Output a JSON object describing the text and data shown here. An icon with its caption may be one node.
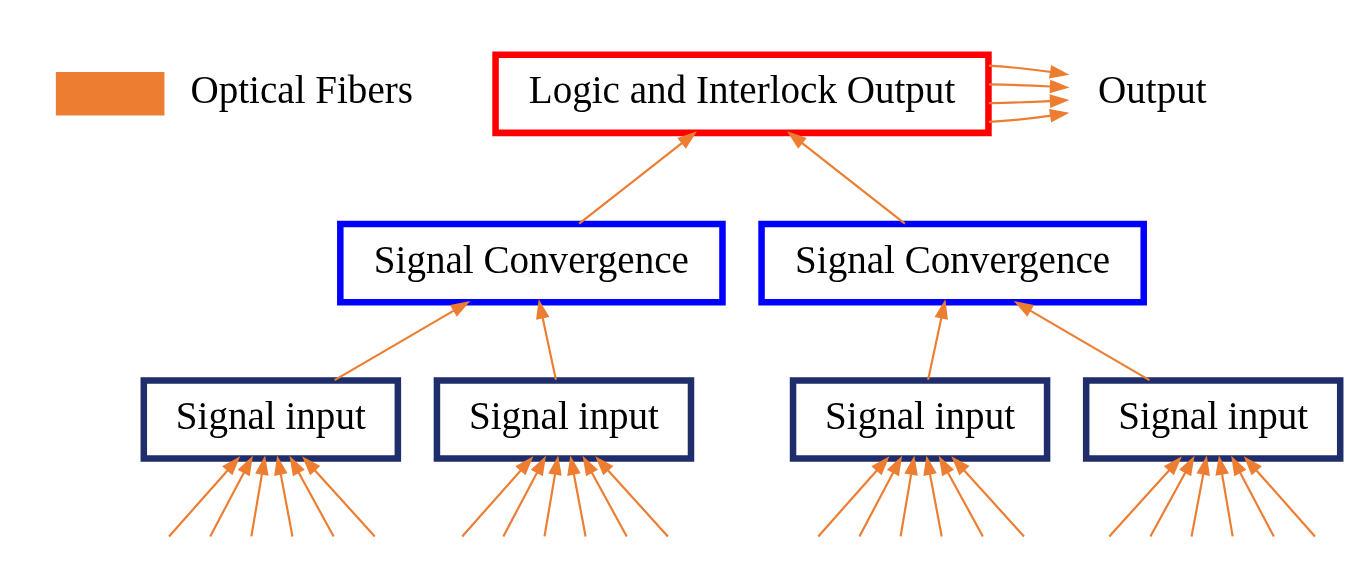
{
  "diagram": {
    "nodes": [
      {
        "text": [
          "Logic and Interlock Output"
        ]
      },
      {
        "text": [
          "Output"
        ]
      },
      {
        "text": [
          "Signal Convergence"
        ]
      },
      {
        "text": [
          "Signal Convergence"
        ]
      },
      {
        "text": [
          "Signal input"
        ]
      },
      {
        "text": [
          "Signal input"
        ]
      },
      {
        "text": [
          "Signal input"
        ]
      },
      {
        "text": [
          "Signal input"
        ]
      }
    ],
    "edges": [
      {
        "from": 0,
        "to": 1,
        "arrow": "to"
      },
      {
        "from": 0,
        "to": 1,
        "arrow": "to"
      },
      {
        "from": 0,
        "to": 1,
        "arrow": "to"
      },
      {
        "from": 0,
        "to": 1,
        "arrow": "to"
      },
      {
        "from": 2,
        "to": 0,
        "arrow": "to"
      },
      {
        "from": 3,
        "to": 0,
        "arrow": "to"
      },
      {
        "from": 4,
        "to": 2,
        "arrow": "to"
      },
      {
        "from": 5,
        "to": 2,
        "arrow": "to"
      },
      {
        "from": 6,
        "to": 3,
        "arrow": "to"
      },
      {
        "from": 7,
        "to": 3,
        "arrow": "to"
      },
      {
        "from": null,
        "to": 4,
        "arrow": "to"
      },
      {
        "from": null,
        "to": 4,
        "arrow": "to"
      },
      {
        "from": null,
        "to": 4,
        "arrow": "to"
      },
      {
        "from": null,
        "to": 4,
        "arrow": "to"
      },
      {
        "from": null,
        "to": 4,
        "arrow": "to"
      },
      {
        "from": null,
        "to": 4,
        "arrow": "to"
      },
      {
        "from": null,
        "to": 5,
        "arrow": "to"
      },
      {
        "from": null,
        "to": 5,
        "arrow": "to"
      },
      {
        "from": null,
        "to": 5,
        "arrow": "to"
      },
      {
        "from": null,
        "to": 5,
        "arrow": "to"
      },
      {
        "from": null,
        "to": 5,
        "arrow": "to"
      },
      {
        "from": null,
        "to": 5,
        "arrow": "to"
      },
      {
        "from": null,
        "to": 6,
        "arrow": "to"
      },
      {
        "from": null,
        "to": 6,
        "arrow": "to"
      },
      {
        "from": null,
        "to": 6,
        "arrow": "to"
      },
      {
        "from": null,
        "to": 6,
        "arrow": "to"
      },
      {
        "from": null,
        "to": 6,
        "arrow": "to"
      },
      {
        "from": null,
        "to": 6,
        "arrow": "to"
      },
      {
        "from": null,
        "to": 7,
        "arrow": "to"
      },
      {
        "from": null,
        "to": 7,
        "arrow": "to"
      },
      {
        "from": null,
        "to": 7,
        "arrow": "to"
      },
      {
        "from": null,
        "to": 7,
        "arrow": "to"
      },
      {
        "from": null,
        "to": 7,
        "arrow": "to"
      },
      {
        "from": null,
        "to": 7,
        "arrow": "to"
      }
    ],
    "legend": [
      {
        "text": "Optical Fibers"
      }
    ]
  }
}
